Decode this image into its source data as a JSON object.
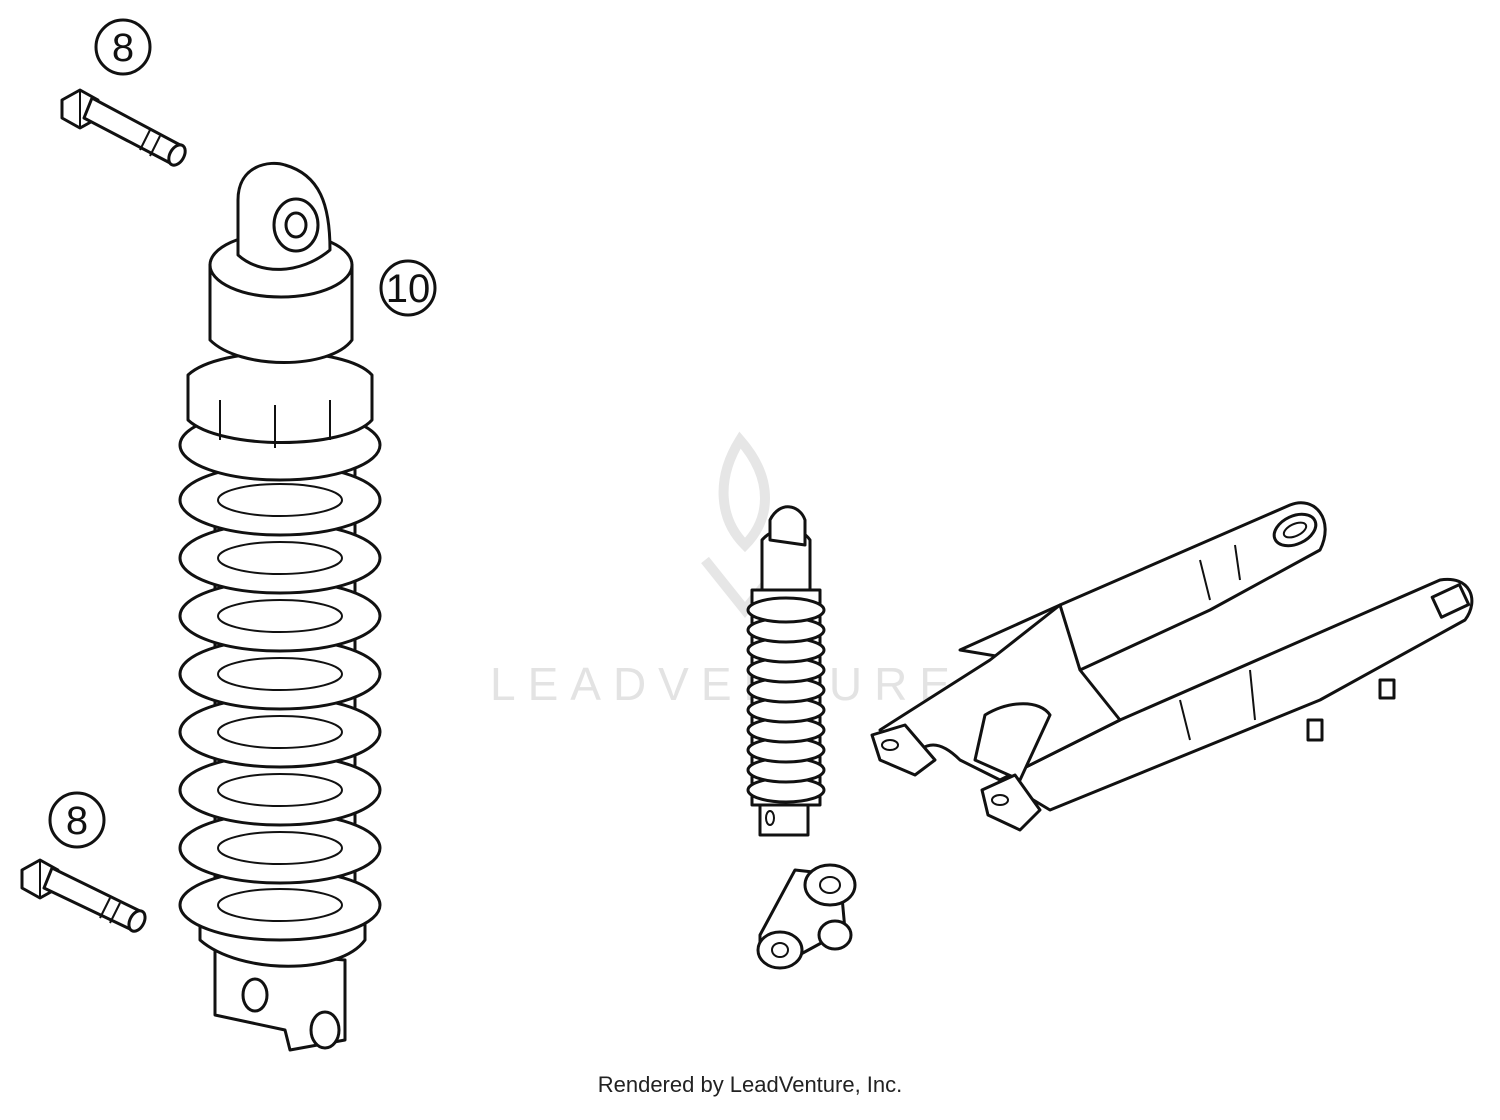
{
  "watermark": {
    "text": "LEADVENTURE"
  },
  "callouts": [
    {
      "id": "bolt-top",
      "label": "8"
    },
    {
      "id": "shock",
      "label": "10"
    },
    {
      "id": "bolt-bottom",
      "label": "8"
    }
  ],
  "footer": {
    "text": "Rendered by LeadVenture, Inc."
  }
}
